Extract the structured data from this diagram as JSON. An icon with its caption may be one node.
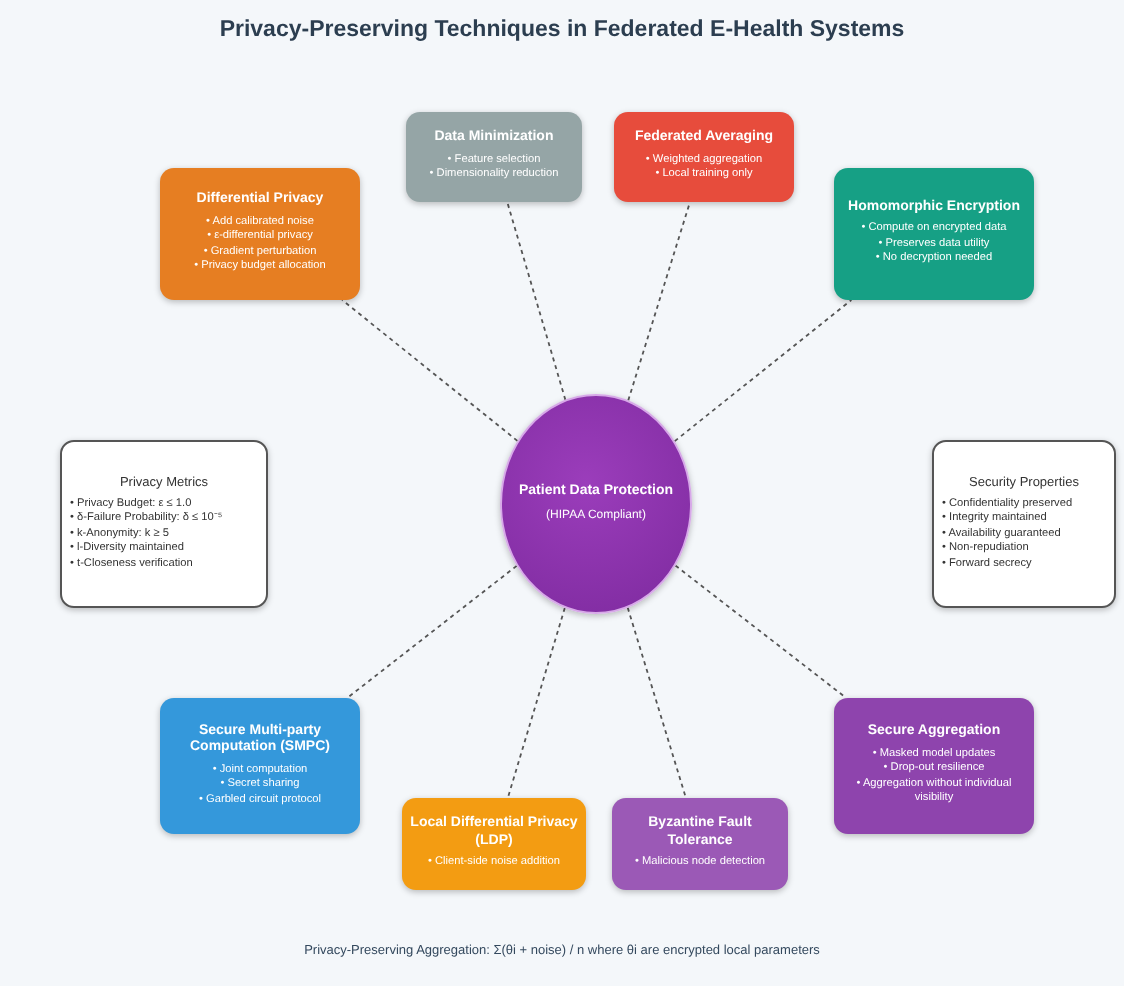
{
  "diagram": {
    "title": "Privacy-Preserving Techniques in Federated E-Health Systems",
    "caption": "Privacy-Preserving Aggregation: Σ(θi + noise) / n where θi are encrypted local parameters",
    "nodes": [
      {
        "text": [
          "Patient Data Protection",
          "(HIPAA Compliant)"
        ]
      },
      {
        "text": [
          "Differential Privacy",
          "• Add calibrated noise",
          "• ε-differential privacy",
          "• Gradient perturbation",
          "• Privacy budget allocation"
        ]
      },
      {
        "text": [
          "Data Minimization",
          "• Feature selection",
          "• Dimensionality reduction"
        ]
      },
      {
        "text": [
          "Federated Averaging",
          "• Weighted aggregation",
          "• Local training only"
        ]
      },
      {
        "text": [
          "Homomorphic Encryption",
          "• Compute on encrypted data",
          "• Preserves data utility",
          "• No decryption needed"
        ]
      },
      {
        "text": [
          "Privacy Metrics",
          "• Privacy Budget: ε ≤ 1.0",
          "• δ-Failure Probability: δ ≤ 10⁻⁵",
          "• k-Anonymity: k ≥ 5",
          "• l-Diversity maintained",
          "• t-Closeness verification"
        ]
      },
      {
        "text": [
          "Security Properties",
          "• Confidentiality preserved",
          "• Integrity maintained",
          "• Availability guaranteed",
          "• Non-repudiation",
          "• Forward secrecy"
        ]
      },
      {
        "text": [
          "Secure Multi-party Computation (SMPC)",
          "• Joint computation",
          "• Secret sharing",
          "• Garbled circuit protocol"
        ]
      },
      {
        "text": [
          "Local Differential Privacy (LDP)",
          "• Client-side noise addition"
        ]
      },
      {
        "text": [
          "Byzantine Fault Tolerance",
          "• Malicious node detection"
        ]
      },
      {
        "text": [
          "Secure Aggregation",
          "• Masked model updates",
          "• Drop-out resilience",
          "• Aggregation without individual visibility"
        ]
      }
    ],
    "edges": [
      {
        "from": 0,
        "to": 1,
        "arrow": "none",
        "style": "dashed"
      },
      {
        "from": 0,
        "to": 2,
        "arrow": "none",
        "style": "dashed"
      },
      {
        "from": 0,
        "to": 3,
        "arrow": "none",
        "style": "dashed"
      },
      {
        "from": 0,
        "to": 4,
        "arrow": "none",
        "style": "dashed"
      },
      {
        "from": 0,
        "to": 7,
        "arrow": "none",
        "style": "dashed"
      },
      {
        "from": 0,
        "to": 8,
        "arrow": "none",
        "style": "dashed"
      },
      {
        "from": 0,
        "to": 9,
        "arrow": "none",
        "style": "dashed"
      },
      {
        "from": 0,
        "to": 10,
        "arrow": "none",
        "style": "dashed"
      }
    ]
  }
}
